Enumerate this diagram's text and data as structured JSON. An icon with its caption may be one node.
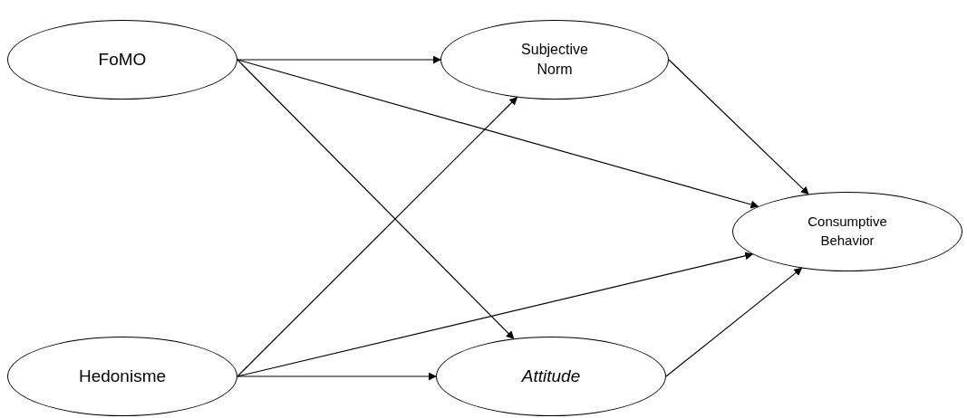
{
  "diagram": {
    "nodes": [
      {
        "text": [
          "FoMO"
        ]
      },
      {
        "text": [
          "Subjective Norm"
        ]
      },
      {
        "text": [
          "Consumptive Behavior"
        ]
      },
      {
        "text": [
          "Hedonisme"
        ]
      },
      {
        "text": [
          "Attitude"
        ]
      }
    ],
    "edges": [
      {
        "from": 0,
        "to": 1,
        "arrow": "to"
      },
      {
        "from": 0,
        "to": 2,
        "arrow": "to"
      },
      {
        "from": 0,
        "to": 4,
        "arrow": "to"
      },
      {
        "from": 3,
        "to": 1,
        "arrow": "to"
      },
      {
        "from": 3,
        "to": 2,
        "arrow": "to"
      },
      {
        "from": 3,
        "to": 4,
        "arrow": "to"
      },
      {
        "from": 1,
        "to": 2,
        "arrow": "to"
      },
      {
        "from": 4,
        "to": 2,
        "arrow": "to"
      }
    ]
  }
}
